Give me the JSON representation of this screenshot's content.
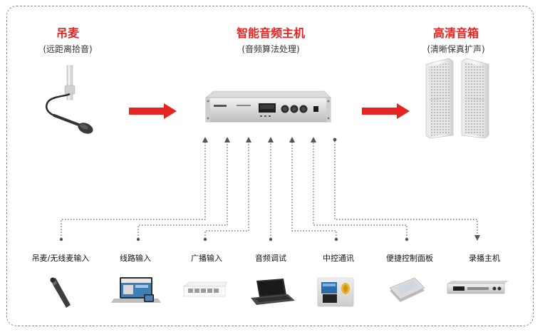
{
  "microphone": {
    "title": "吊麦",
    "subtitle": "(远距离拾音)"
  },
  "processor": {
    "title": "智能音频主机",
    "subtitle": "(音频算法处理)"
  },
  "speaker": {
    "title": "高清音箱",
    "subtitle": "(清晰保真扩声)"
  },
  "inputs": [
    {
      "label": "吊麦/无线麦输入"
    },
    {
      "label": "线路输入"
    },
    {
      "label": "广播输入"
    },
    {
      "label": "音频调试"
    },
    {
      "label": "中控通讯"
    },
    {
      "label": "便捷控制面板"
    },
    {
      "label": "录播主机"
    }
  ],
  "colors": {
    "accent": "#e52421",
    "line": "#555555",
    "frame": "#8a8a8a"
  }
}
